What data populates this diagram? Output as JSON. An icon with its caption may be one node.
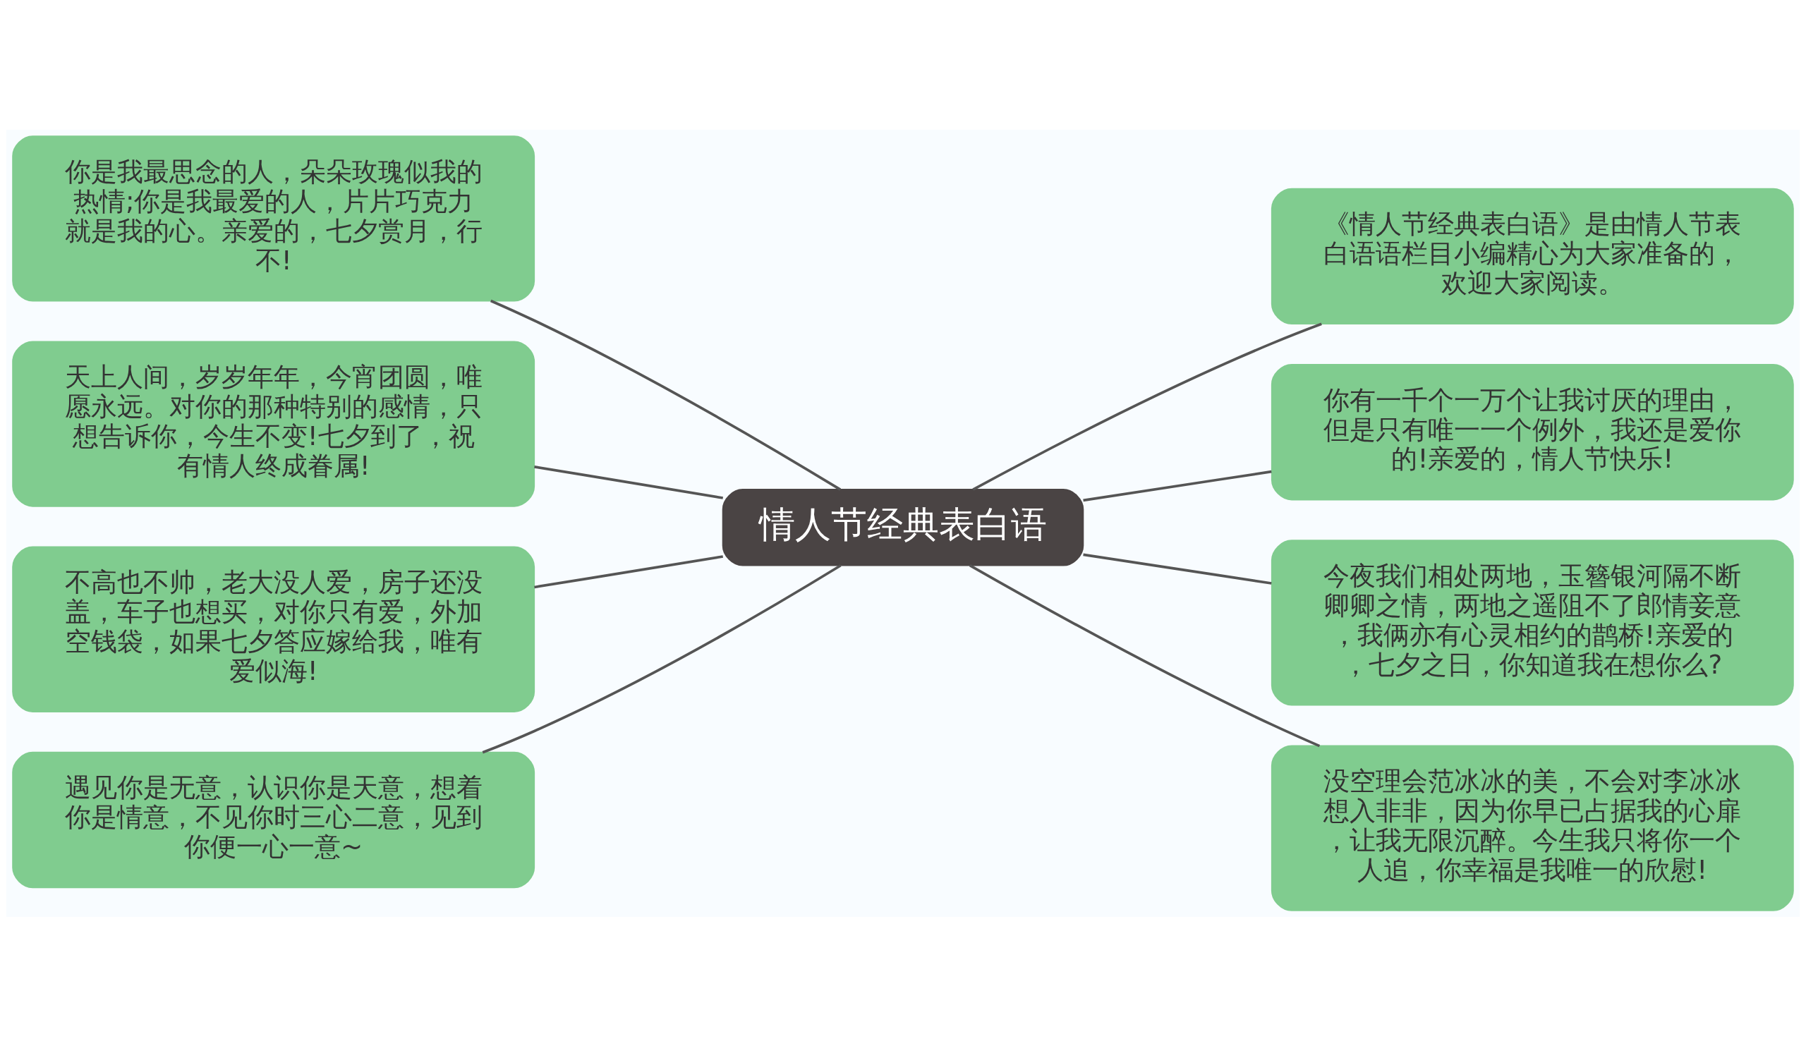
{
  "diagram": {
    "nodes": [
      {
        "text": [
          "情人节经典表白语"
        ]
      },
      {
        "text": [
          "你是我最思念的人，朵朵玫瑰似我的热情;你是我最爱的人，片片巧克力就是我的心。亲爱的，七夕赏月，行不!"
        ]
      },
      {
        "text": [
          "天上人间，岁岁年年，今宵团圆，唯愿永远。对你的那种特别的感情，只想告诉你，今生不变!七夕到了，祝有情人终成眷属!"
        ]
      },
      {
        "text": [
          "不高也不帅，老大没人爱，房子还没盖，车子也想买，对你只有爱，外加空钱袋，如果七夕答应嫁给我，唯有爱似海!"
        ]
      },
      {
        "text": [
          "遇见你是无意，认识你是天意，想着你是情意，不见你时三心二意，见到你便一心一意~"
        ]
      },
      {
        "text": [
          "《情人节经典表白语》是由情人节表白语语栏目小编精心为大家准备的，欢迎大家阅读。"
        ]
      },
      {
        "text": [
          "你有一千个一万个让我讨厌的理由，但是只有唯一一个例外，我还是爱你的!亲爱的，情人节快乐!"
        ]
      },
      {
        "text": [
          "今夜我们相处两地，玉簪银河隔不断卿卿之情，两地之遥阻不了郎情妾意，我俩亦有心灵相约的鹊桥!亲爱的，七夕之日，你知道我在想你么?"
        ]
      },
      {
        "text": [
          "没空理会范冰冰的美，不会对李冰冰想入非非，因为你早已占据我的心扉，让我无限沉醉。今生我只将你一个人追，你幸福是我唯一的欣慰!"
        ]
      }
    ],
    "edges": [
      {
        "from": 0,
        "to": 1,
        "arrow": "none"
      },
      {
        "from": 0,
        "to": 2,
        "arrow": "none"
      },
      {
        "from": 0,
        "to": 3,
        "arrow": "none"
      },
      {
        "from": 0,
        "to": 4,
        "arrow": "none"
      },
      {
        "from": 0,
        "to": 5,
        "arrow": "none"
      },
      {
        "from": 0,
        "to": 6,
        "arrow": "none"
      },
      {
        "from": 0,
        "to": 7,
        "arrow": "none"
      },
      {
        "from": 0,
        "to": 8,
        "arrow": "none"
      }
    ]
  }
}
